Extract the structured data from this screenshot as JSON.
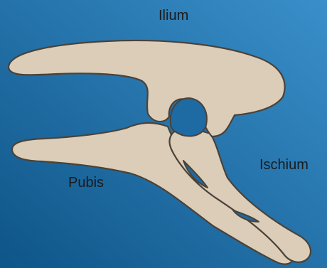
{
  "diagram": {
    "labels": {
      "ilium": "Ilium",
      "pubis": "Pubis",
      "ischium": "Ischium"
    },
    "colors": {
      "background_light": "#3A8FCA",
      "background_dark": "#0E5588",
      "bone_fill": "#DCCDB8",
      "bone_outline": "#4A4239",
      "label_text": "#1B1B1B"
    }
  }
}
